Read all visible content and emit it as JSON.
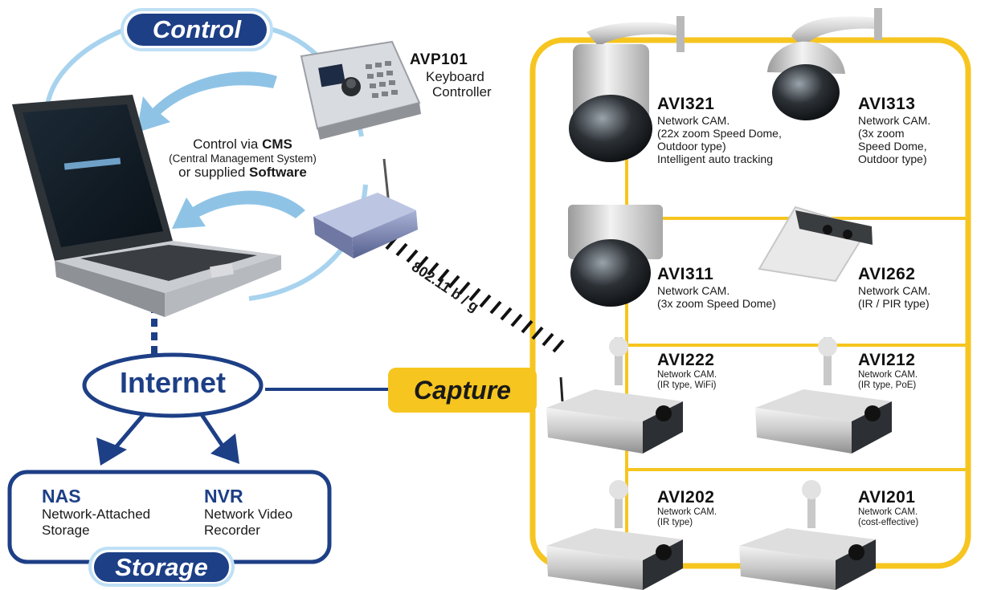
{
  "colors": {
    "navy": "#1d3f86",
    "yellow": "#f6c51f",
    "light_blue": "#bfe0f5",
    "arc_blue": "#9fcde9"
  },
  "control": {
    "label": "Control"
  },
  "keyboard": {
    "code": "AVP101",
    "line1": "Keyboard",
    "line2": "Controller"
  },
  "cms": {
    "prefix": "Control via ",
    "bold1": "CMS",
    "paren": "(Central Management System)",
    "prefix2": "or supplied ",
    "bold2": "Software"
  },
  "wireless": {
    "label": "802.11 b / g"
  },
  "internet": {
    "label": "Internet"
  },
  "capture": {
    "label": "Capture"
  },
  "storage": {
    "label": "Storage",
    "nas": {
      "code": "NAS",
      "line1": "Network-Attached",
      "line2": "Storage"
    },
    "nvr": {
      "code": "NVR",
      "line1": "Network Video",
      "line2": "Recorder"
    }
  },
  "cameras": [
    {
      "code": "AVI321",
      "lines": [
        "Network CAM.",
        "(22x zoom Speed Dome,",
        "Outdoor type)",
        "Intelligent auto tracking"
      ]
    },
    {
      "code": "AVI313",
      "lines": [
        "Network CAM.",
        "(3x zoom",
        "Speed Dome,",
        "Outdoor type)"
      ]
    },
    {
      "code": "AVI311",
      "lines": [
        "Network CAM.",
        "(3x zoom Speed Dome)"
      ]
    },
    {
      "code": "AVI262",
      "lines": [
        "Network CAM.",
        "(IR / PIR type)"
      ]
    },
    {
      "code": "AVI222",
      "lines": [
        "Network CAM.",
        "(IR type, WiFi)"
      ]
    },
    {
      "code": "AVI212",
      "lines": [
        "Network CAM.",
        "(IR type, PoE)"
      ]
    },
    {
      "code": "AVI202",
      "lines": [
        "Network CAM.",
        "(IR type)"
      ]
    },
    {
      "code": "AVI201",
      "lines": [
        "Network CAM.",
        "(cost-effective)"
      ]
    }
  ]
}
